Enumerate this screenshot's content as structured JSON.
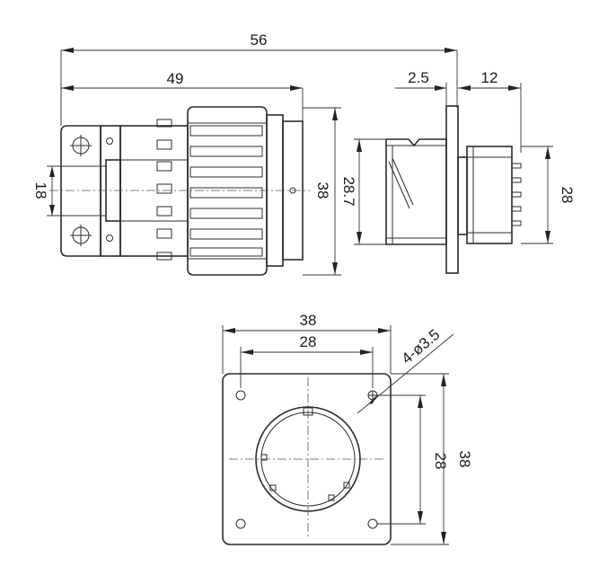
{
  "dimensions": {
    "overall_length": "56",
    "body_length": "49",
    "flange_thickness": "2.5",
    "rear_length": "12",
    "mount_hole_spacing_side": "18",
    "body_diameter": "38",
    "plug_height": "28.7",
    "rear_height": "28",
    "flange_width": "38",
    "hole_spacing_horizontal": "28",
    "hole_spacing_vertical": "28",
    "flange_height": "38",
    "hole_callout": "4-ø3.5"
  }
}
